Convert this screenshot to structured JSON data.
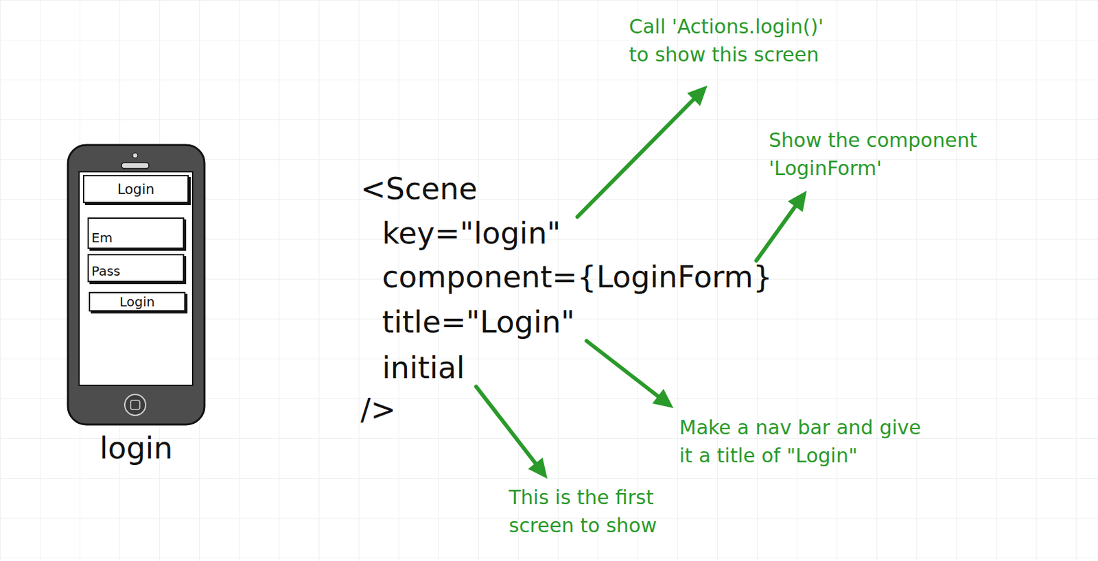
{
  "diagram": {
    "nodes": [
      {
        "text": [
          "login"
        ]
      },
      {
        "text": [
          "Login"
        ],
        "in": 0
      },
      {
        "text": [
          "Em"
        ],
        "in": 0
      },
      {
        "text": [
          "Pass"
        ],
        "in": 0
      },
      {
        "text": [
          "Login"
        ],
        "in": 0
      }
    ],
    "labels": [
      "Call 'Actions.login()' to show this screen",
      "Show the component 'LoginForm'",
      "<Scene",
      "key=\"login\"",
      "component={LoginForm}",
      "title=\"Login\"",
      "initial",
      "/>",
      "Make a nav bar and give it a title of \"Login\"",
      "This is the first screen to show"
    ]
  }
}
